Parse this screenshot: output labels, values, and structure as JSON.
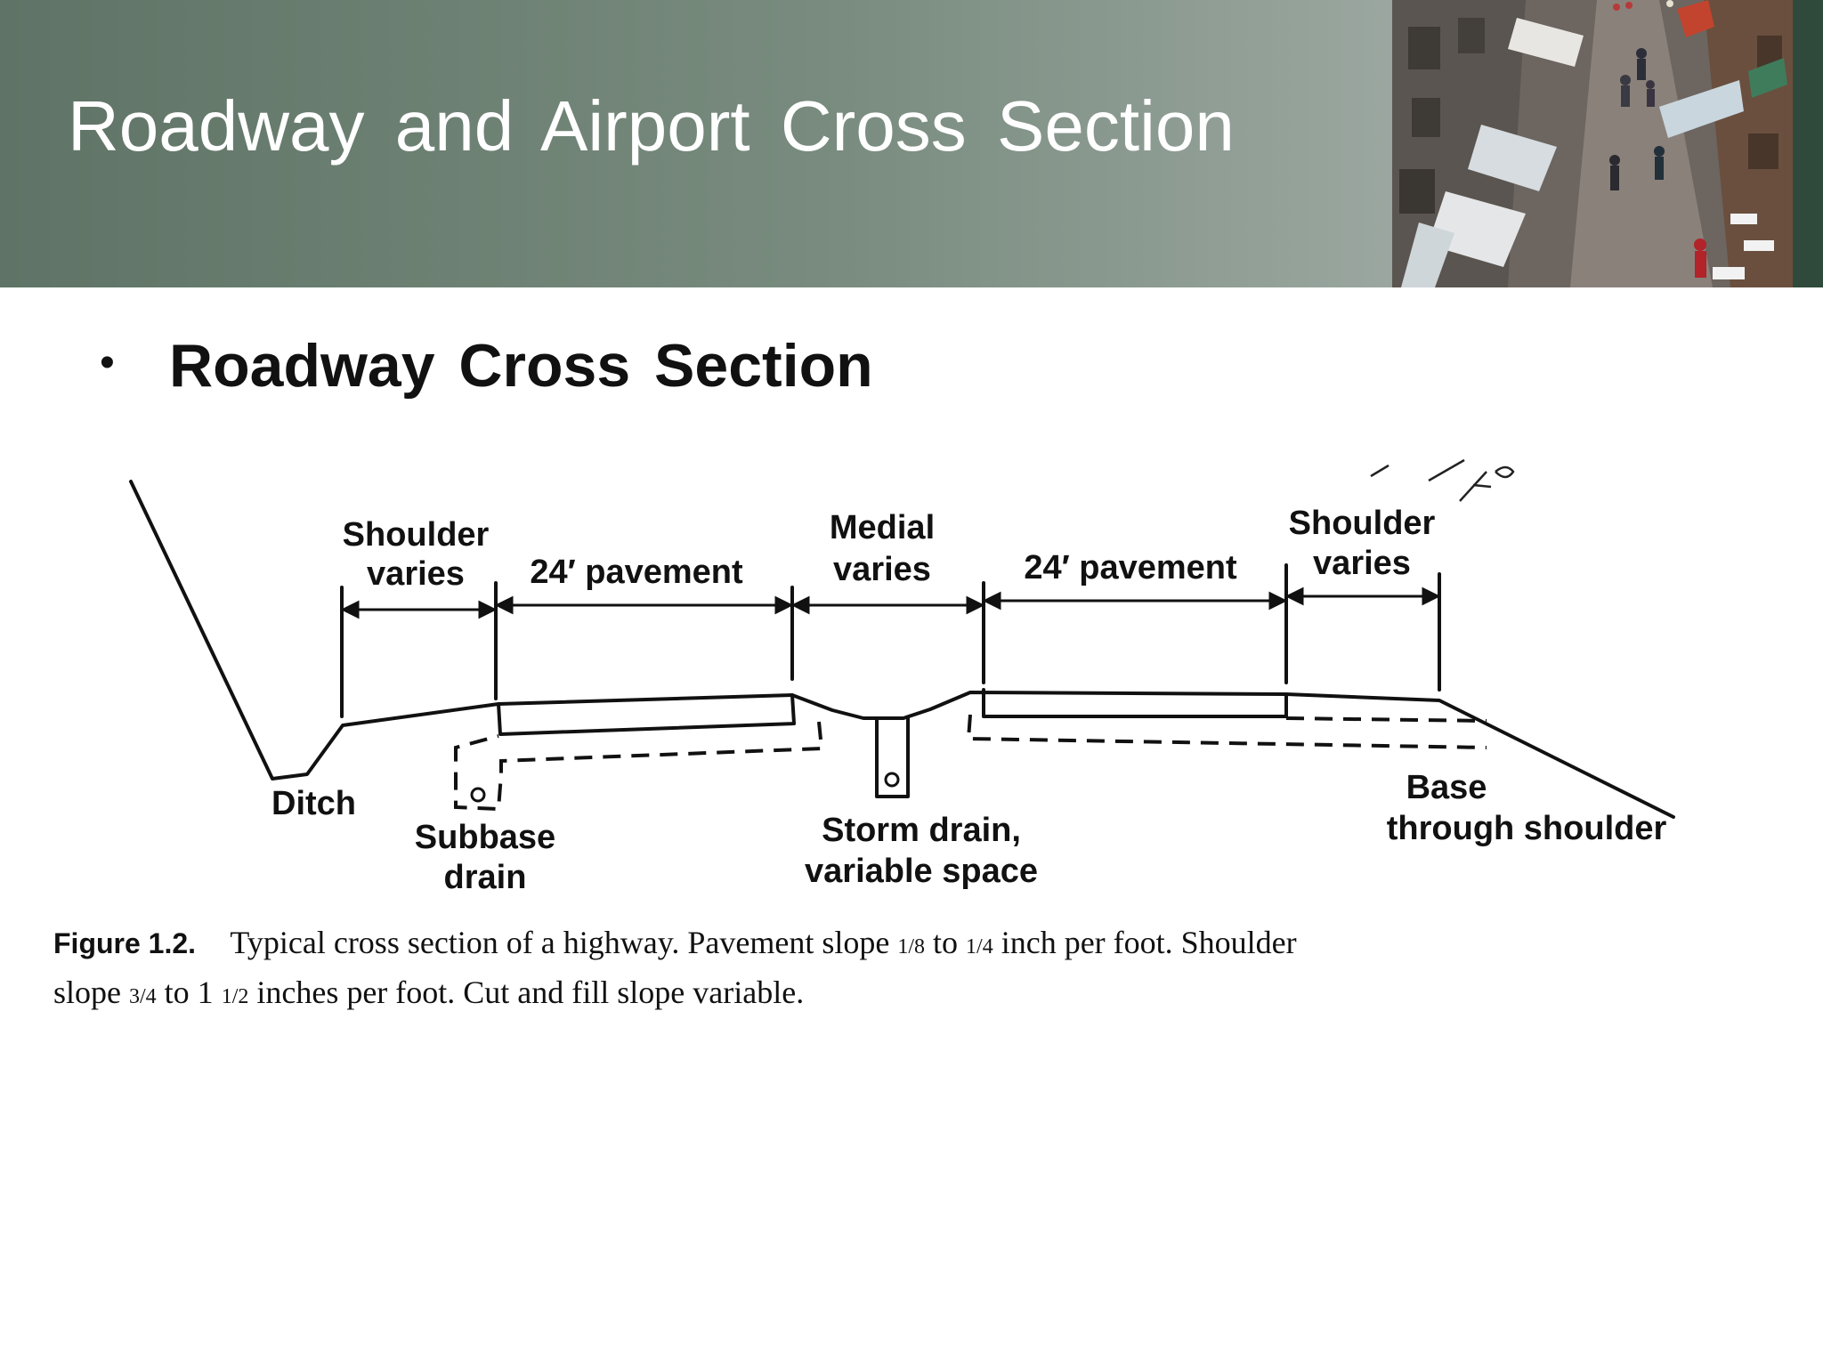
{
  "slide": {
    "title": "Roadway and Airport Cross Section",
    "bullet": "Roadway Cross Section"
  },
  "figure": {
    "labels": {
      "ditch": "Ditch",
      "shoulder_left_1": "Shoulder",
      "shoulder_left_2": "varies",
      "pavement_left": "24′ pavement",
      "medial_1": "Medial",
      "medial_2": "varies",
      "pavement_right": "24′ pavement",
      "shoulder_right_1": "Shoulder",
      "shoulder_right_2": "varies",
      "subbase_1": "Subbase",
      "subbase_2": "drain",
      "storm_1": "Storm drain,",
      "storm_2": "variable space",
      "base_1": "Base",
      "base_2": "through shoulder"
    },
    "caption": {
      "figure_label": "Figure 1.2.",
      "line1_a": "Typical cross section of a highway. Pavement slope ",
      "frac1": "1/8",
      "line1_to": " to ",
      "frac2": "1/4",
      "line1_b": " inch per foot. Shoulder",
      "line2_a": "slope ",
      "frac3": "3/4",
      "line2_to": " to 1",
      "frac4": "1/2",
      "line2_b": " inches per foot. Cut and fill slope variable."
    }
  },
  "colors": {
    "header_start": "#5f7466",
    "header_end": "#a9b2ac",
    "title_text": "#ffffff",
    "body_text": "#111111",
    "line": "#111111"
  }
}
